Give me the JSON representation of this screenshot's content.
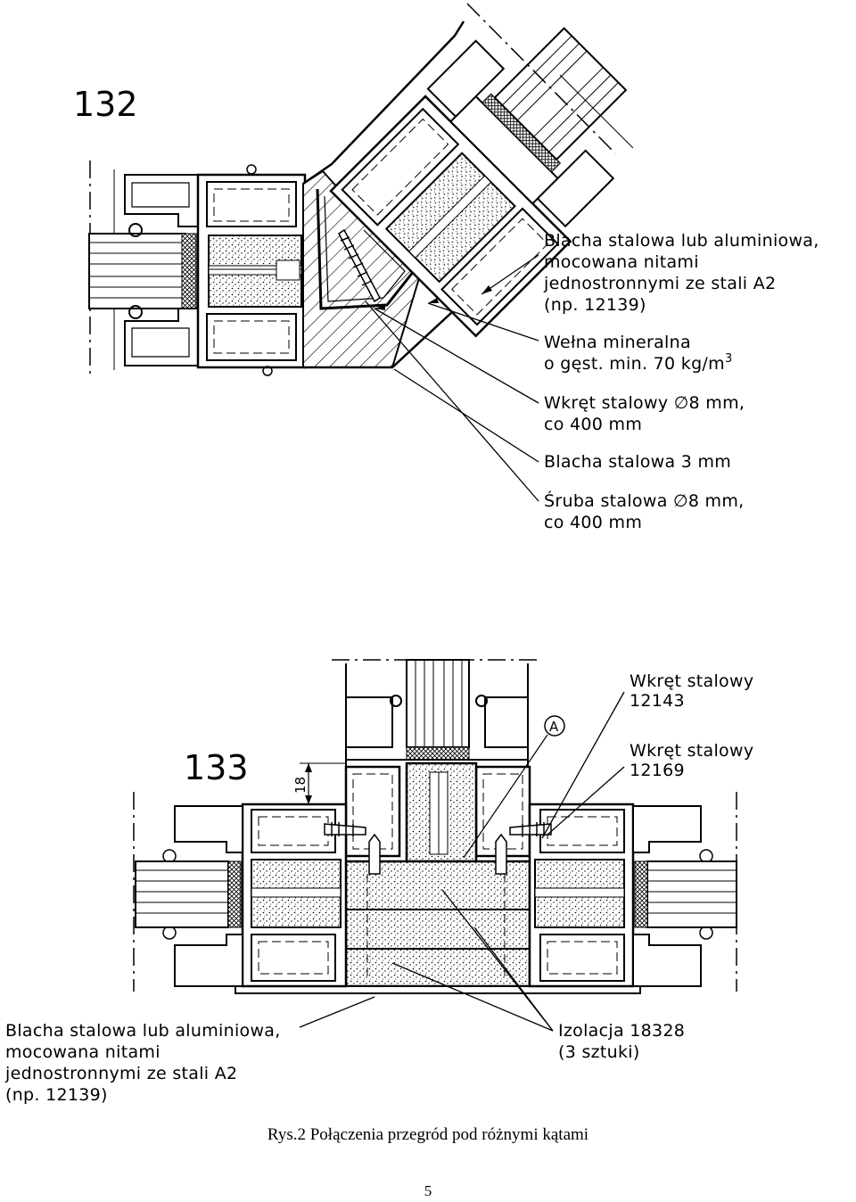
{
  "figures": {
    "fig132": {
      "number": "132",
      "labels": {
        "sheet_l1": "Blacha stalowa lub aluminiowa,",
        "sheet_l2": "mocowana nitami",
        "sheet_l3": "jednostronnymi ze stali A2",
        "sheet_l4": "(np. 12139)",
        "wool_l1": "Wełna mineralna",
        "wool_l2": "o gęst. min. 70 kg/m",
        "wool_sup": "3",
        "screw_l1": "Wkręt stalowy ∅8 mm,",
        "screw_l2": "co 400 mm",
        "plate": "Blacha stalowa 3 mm",
        "bolt_l1": "Śruba stalowa ∅8 mm,",
        "bolt_l2": "co 400 mm"
      }
    },
    "fig133": {
      "number": "133",
      "dimension": "18",
      "detail_marker": "A",
      "labels": {
        "screw1_l1": "Wkręt stalowy",
        "screw1_l2": "12143",
        "screw2_l1": "Wkręt stalowy",
        "screw2_l2": "12169",
        "sheet_l1": "Blacha stalowa lub aluminiowa,",
        "sheet_l2": "mocowana nitami",
        "sheet_l3": "jednostronnymi ze stali A2",
        "sheet_l4": "(np. 12139)",
        "insul_l1": "Izolacja 18328",
        "insul_l2": "(3 sztuki)"
      }
    }
  },
  "caption": "Rys.2 Połączenia przegród pod różnymi kątami",
  "page_number": "5"
}
